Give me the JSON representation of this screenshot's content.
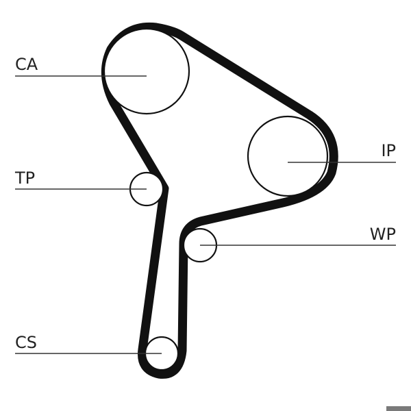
{
  "labels": {
    "ca": "CA",
    "ip": "IP",
    "tp": "TP",
    "wp": "WP",
    "cs": "CS"
  },
  "colors": {
    "belt": "#111111",
    "leader": "#333333",
    "text": "#222222"
  }
}
